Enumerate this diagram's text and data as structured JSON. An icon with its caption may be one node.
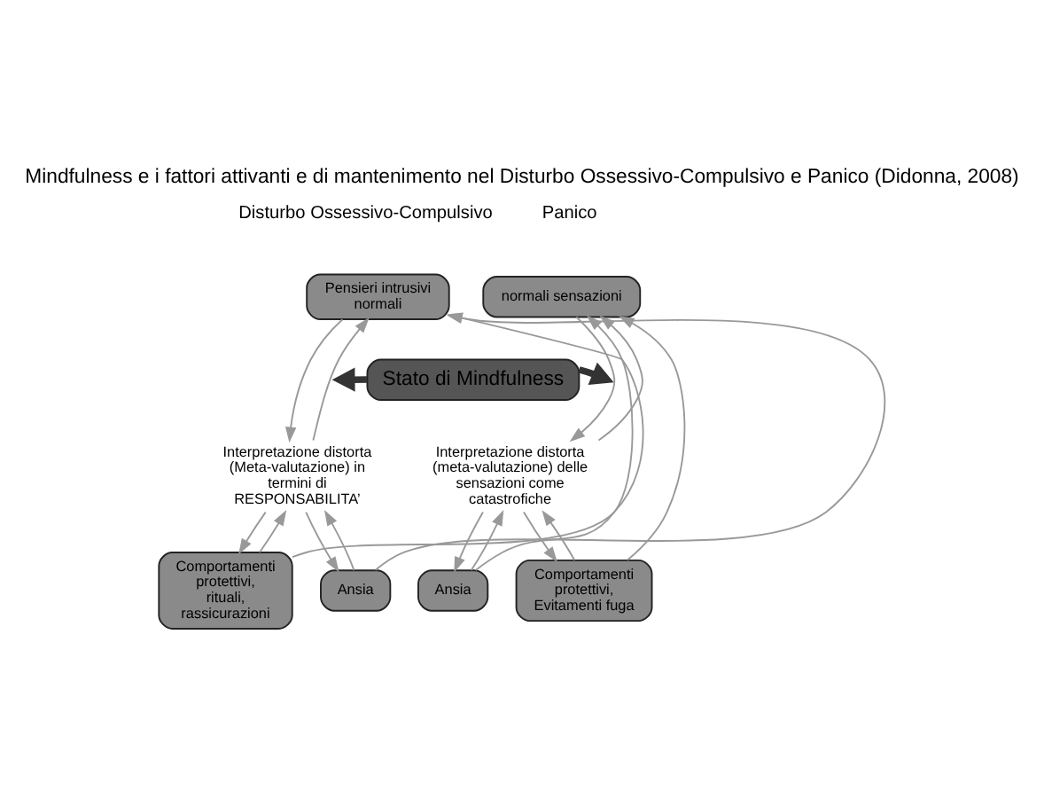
{
  "diagram": {
    "title": "Mindfulness e i fattori attivanti e di mantenimento nel Disturbo Ossessivo-Compulsivo e Panico (Didonna, 2008)",
    "nodes": [
      {
        "text": [
          "Pensieri intrusivi normali"
        ]
      },
      {
        "text": [
          "Interpretazione distorta (Meta-valutazione) in termini di RESPONSABILITA’"
        ]
      },
      {
        "text": [
          "Comportamenti protettivi, rituali, rassicurazioni"
        ]
      },
      {
        "text": [
          "Ansia"
        ]
      },
      {
        "text": [
          "Stato di Mindfulness"
        ]
      },
      {
        "text": [
          "normali sensazioni"
        ]
      },
      {
        "text": [
          "Interpretazione distorta (meta-valutazione) delle sensazioni come catastrofiche"
        ]
      },
      {
        "text": [
          "Ansia"
        ]
      },
      {
        "text": [
          "Comportamenti protettivi, Evitamenti fuga"
        ]
      }
    ],
    "edges": [
      {
        "from": 0,
        "to": 1,
        "arrow": "to"
      },
      {
        "from": 1,
        "to": 0,
        "arrow": "to"
      },
      {
        "from": 1,
        "to": 2,
        "arrow": "to"
      },
      {
        "from": 2,
        "to": 1,
        "arrow": "to"
      },
      {
        "from": 1,
        "to": 3,
        "arrow": "to"
      },
      {
        "from": 3,
        "to": 1,
        "arrow": "to"
      },
      {
        "from": 2,
        "to": 0,
        "arrow": "to"
      },
      {
        "from": 3,
        "to": 0,
        "arrow": "to"
      },
      {
        "from": 5,
        "to": 6,
        "arrow": "to"
      },
      {
        "from": 6,
        "to": 5,
        "arrow": "to"
      },
      {
        "from": 6,
        "to": 7,
        "arrow": "to"
      },
      {
        "from": 7,
        "to": 6,
        "arrow": "to"
      },
      {
        "from": 6,
        "to": 8,
        "arrow": "to"
      },
      {
        "from": 8,
        "to": 6,
        "arrow": "to"
      },
      {
        "from": 7,
        "to": 5,
        "arrow": "to"
      },
      {
        "from": 8,
        "to": 5,
        "arrow": "to"
      },
      {
        "from": 4,
        "to": null,
        "arrow": "to",
        "style": "thick",
        "color": "#333333"
      },
      {
        "from": 4,
        "to": null,
        "arrow": "to",
        "style": "thick",
        "color": "#333333"
      }
    ],
    "labels": [
      "Disturbo Ossessivo-Compulsivo",
      "Panico"
    ]
  }
}
